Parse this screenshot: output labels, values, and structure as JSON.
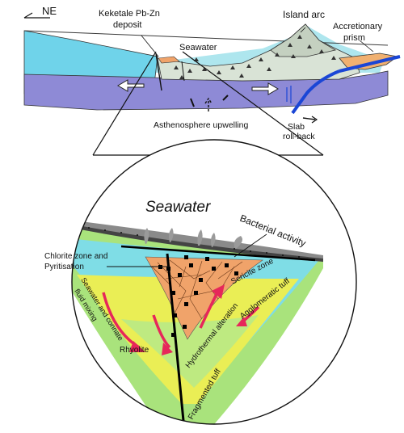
{
  "labels": {
    "direction": "NE",
    "deposit_line1": "Keketale Pb-Zn",
    "deposit_line2": "deposit",
    "island_arc": "Island arc",
    "accretionary_line1": "Accretionary",
    "accretionary_line2": "prism",
    "seawater_top": "Seawater",
    "asthenosphere": "Asthenosphere upwelling",
    "slab_line1": "Slab",
    "slab_line2": "roll-back",
    "seawater_main": "Seawater",
    "bacterial": "Bacterial activity",
    "chlorite_line1": "Chlorite zone and",
    "chlorite_line2": "Pyritisation",
    "sericite": "Sericite zone",
    "seawater_fluid_line1": "Seawater and connate",
    "seawater_fluid_line2": "fluid mixing",
    "agglomeratic": "Agglomeratic tuff",
    "hydrothermal": "Hydrothermal alteration",
    "rhyolite": "Rhyolite",
    "fragmented": "Fragmented tuff"
  },
  "colors": {
    "seawater": "#aee6ee",
    "crust_cyan": "#6fd3ea",
    "mantle": "#8e8ad6",
    "island_arc": "#d3ddd0",
    "prism": "#f0b070",
    "slab": "#1a46d6",
    "outer_green": "#a9e37c",
    "cyan_zone": "#7fdde6",
    "yellow_zone": "#eaee55",
    "orange_core": "#f0a36a",
    "arrow_red": "#e6275a",
    "gray_cap": "#8a8a8a"
  }
}
